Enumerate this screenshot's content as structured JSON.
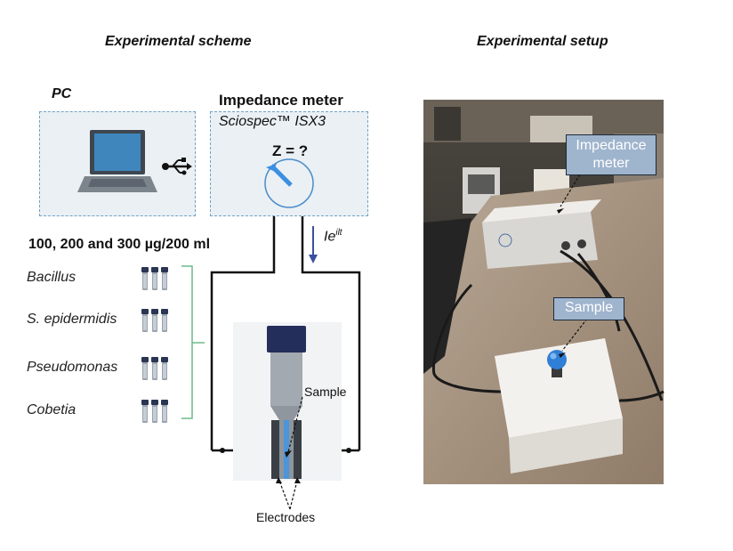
{
  "scheme": {
    "title": "Experimental scheme",
    "pc_label": "PC",
    "meter_title": "Impedance meter",
    "meter_model": "Sciospec™ ISX3",
    "z_label": "Z = ?",
    "current_label": "Ie",
    "current_sup": "ilt",
    "concentration": "100, 200 and 300 µg/200 ml",
    "species": [
      "Bacillus",
      "S. epidermidis",
      "Pseudomonas",
      "Cobetia"
    ],
    "sample_label": "Sample",
    "electrodes_label": "Electrodes",
    "usb_icon": "usb-icon",
    "laptop_icon": "laptop-icon",
    "colors": {
      "dashed_border": "#6fa3c7",
      "box_fill": "#eaf0f4",
      "bracket": "#6cba8a",
      "arrow": "#3c4fa0"
    }
  },
  "setup": {
    "title": "Experimental setup",
    "meter_callout": "Impedance\nmeter",
    "sample_callout": "Sample",
    "colors": {
      "callout_fill": "#9fb4cd",
      "sample_ball": "#2f7fd6"
    }
  }
}
